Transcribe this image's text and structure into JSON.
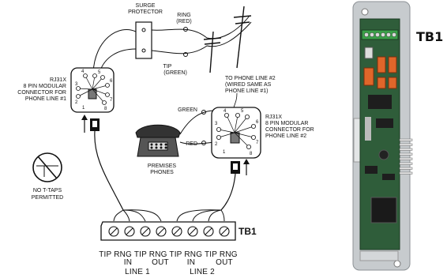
{
  "labels": {
    "surge_line1": "SURGE",
    "surge_line2": "PROTECTOR",
    "ring_line1": "RING",
    "ring_line2": "(RED)",
    "tip_line1": "TIP",
    "tip_line2": "(GREEN)",
    "rj1_line1": "RJ31X",
    "rj1_line2": "8 PIN MODULAR",
    "rj1_line3": "CONNECTOR FOR",
    "rj1_line4": "PHONE LINE #1",
    "line2_note1": "TO PHONE LINE #2",
    "line2_note2": "(WIRED SAME AS",
    "line2_note3": "PHONE LINE #1)",
    "rj2_line1": "RJ31X",
    "rj2_line2": "8 PIN MODULAR",
    "rj2_line3": "CONNECTOR FOR",
    "rj2_line4": "PHONE LINE #2",
    "green": "GREEN",
    "red": "RED",
    "premises1": "PREMISES",
    "premises2": "PHONES",
    "no_t_taps1": "NO T-TAPS",
    "no_t_taps2": "PERMITTED",
    "tb1": "TB1",
    "tb1_photo": "TB1",
    "term_row1": "TIP RNG TIP RNG TIP RNG TIP RNG",
    "in1": "IN",
    "out1": "OUT",
    "in2": "IN",
    "out2": "OUT",
    "line1": "LINE 1",
    "line2": "LINE 2"
  },
  "pins": [
    "1",
    "2",
    "3",
    "4",
    "5",
    "6",
    "7",
    "8"
  ],
  "colors": {
    "ink": "#111111",
    "board": "#2f5d3a",
    "relay": "#e0662a",
    "housing": "#bfc3c6"
  }
}
